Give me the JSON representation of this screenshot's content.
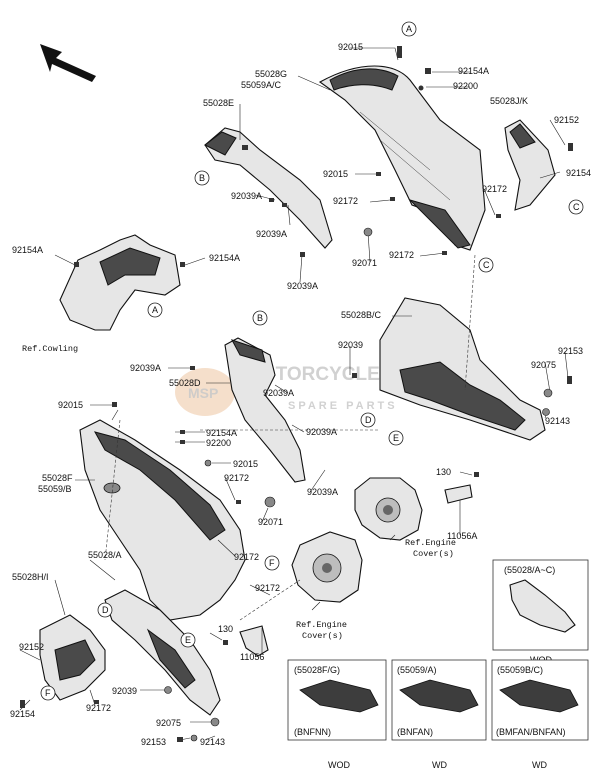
{
  "labels": {
    "p92015_top": "92015",
    "p55028G": "55028G",
    "p55059AC": "55059A/C",
    "p92154A_top": "92154A",
    "p92200_top": "92200",
    "p55028JK": "55028J/K",
    "p92152_r": "92152",
    "p92154_r": "92154",
    "p55028E": "55028E",
    "p92015_mid": "92015",
    "p92172_r": "92172",
    "p92039A_1": "92039A",
    "p92172_c": "92172",
    "p92039A_2": "92039A",
    "p92071_c": "92071",
    "p92172_c2": "92172",
    "p92154A_l": "92154A",
    "p92154A_l2": "92154A",
    "p92039A_3": "92039A",
    "ref_cowling": "Ref.Cowling",
    "p55028BC": "55028B/C",
    "p92039_r": "92039",
    "p92039A_4": "92039A",
    "p55028D": "55028D",
    "p92039A_5": "92039A",
    "p92075_r": "92075",
    "p92153_r": "92153",
    "p92143_r": "92143",
    "p92015_l": "92015",
    "p92039A_6": "92039A",
    "p92154A_m": "92154A",
    "p92200_m": "92200",
    "p92015_m2": "92015",
    "p55028F": "55028F",
    "p55059B": "55059/B",
    "p92172_m": "92172",
    "p92039A_7": "92039A",
    "p130_r": "130",
    "p92071_m": "92071",
    "p11056A": "11056A",
    "p92172_m2": "92172",
    "ref_engine_r": "Ref.Engine",
    "ref_engine_r2": "Cover(s)",
    "p55028A": "55028/A",
    "p55028HI": "55028H/I",
    "p92172_b": "92172",
    "p92152_l": "92152",
    "p130_b": "130",
    "ref_engine_b": "Ref.Engine",
    "ref_engine_b2": "Cover(s)",
    "p11056": "11056",
    "p92154_l": "92154",
    "p92039_b": "92039",
    "p92172_l": "92172",
    "p92075_b": "92075",
    "p92153_b": "92153",
    "p92143_b": "92143"
  },
  "callouts": {
    "A1": "A",
    "A2": "A",
    "B1": "B",
    "B2": "B",
    "C1": "C",
    "C2": "C",
    "D1": "D",
    "D2": "D",
    "E1": "E",
    "E2": "E",
    "F1": "F",
    "F2": "F"
  },
  "insets": {
    "top": {
      "header": "(55028/A~C)",
      "footer": "WOD"
    },
    "b1": {
      "header": "(55028F/G)",
      "sub": "(BNFNN)",
      "footer": "WOD"
    },
    "b2": {
      "header": "(55059/A)",
      "sub": "(BNFAN)",
      "footer": "WD"
    },
    "b3": {
      "header": "(55059B/C)",
      "sub": "(BMFAN/BNFAN)",
      "footer": "WD"
    }
  },
  "watermark": {
    "line1": "MOTORCYCLE",
    "line2": "SPARE PARTS",
    "badge": "MSP"
  }
}
